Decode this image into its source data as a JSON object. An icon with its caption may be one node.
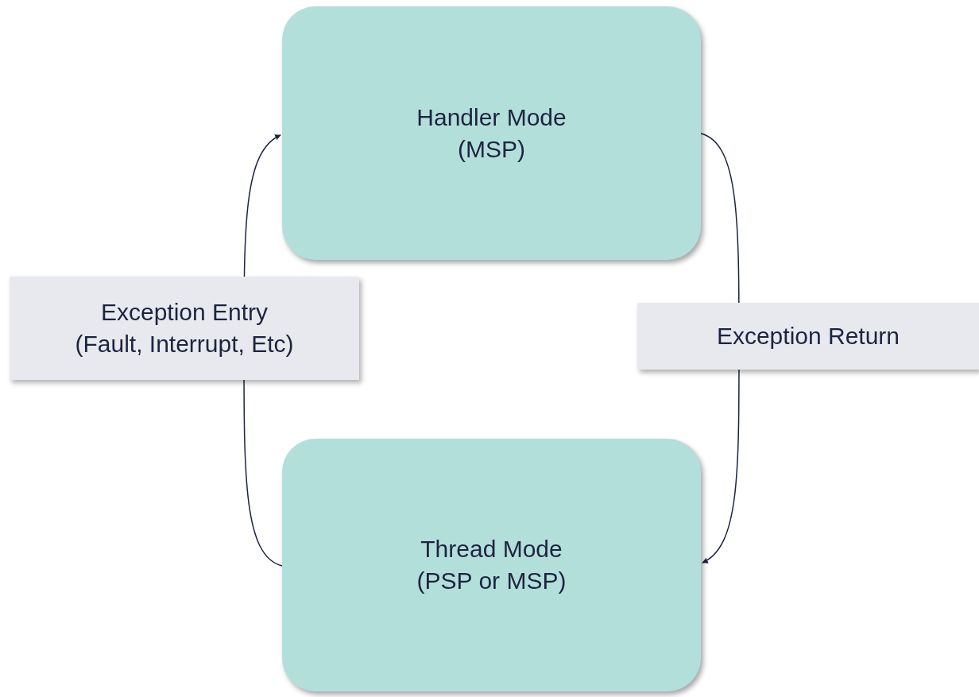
{
  "diagram": {
    "nodes": [
      {
        "text": [
          "Handler Mode (MSP)"
        ]
      },
      {
        "text": [
          "Thread Mode (PSP or MSP)"
        ]
      }
    ],
    "edges": [
      {
        "from": 1,
        "to": 0,
        "arrow": "to",
        "label": "Exception Entry (Fault, Interrupt, Etc)"
      },
      {
        "from": 0,
        "to": 1,
        "arrow": "to",
        "label": "Exception Return"
      }
    ]
  }
}
